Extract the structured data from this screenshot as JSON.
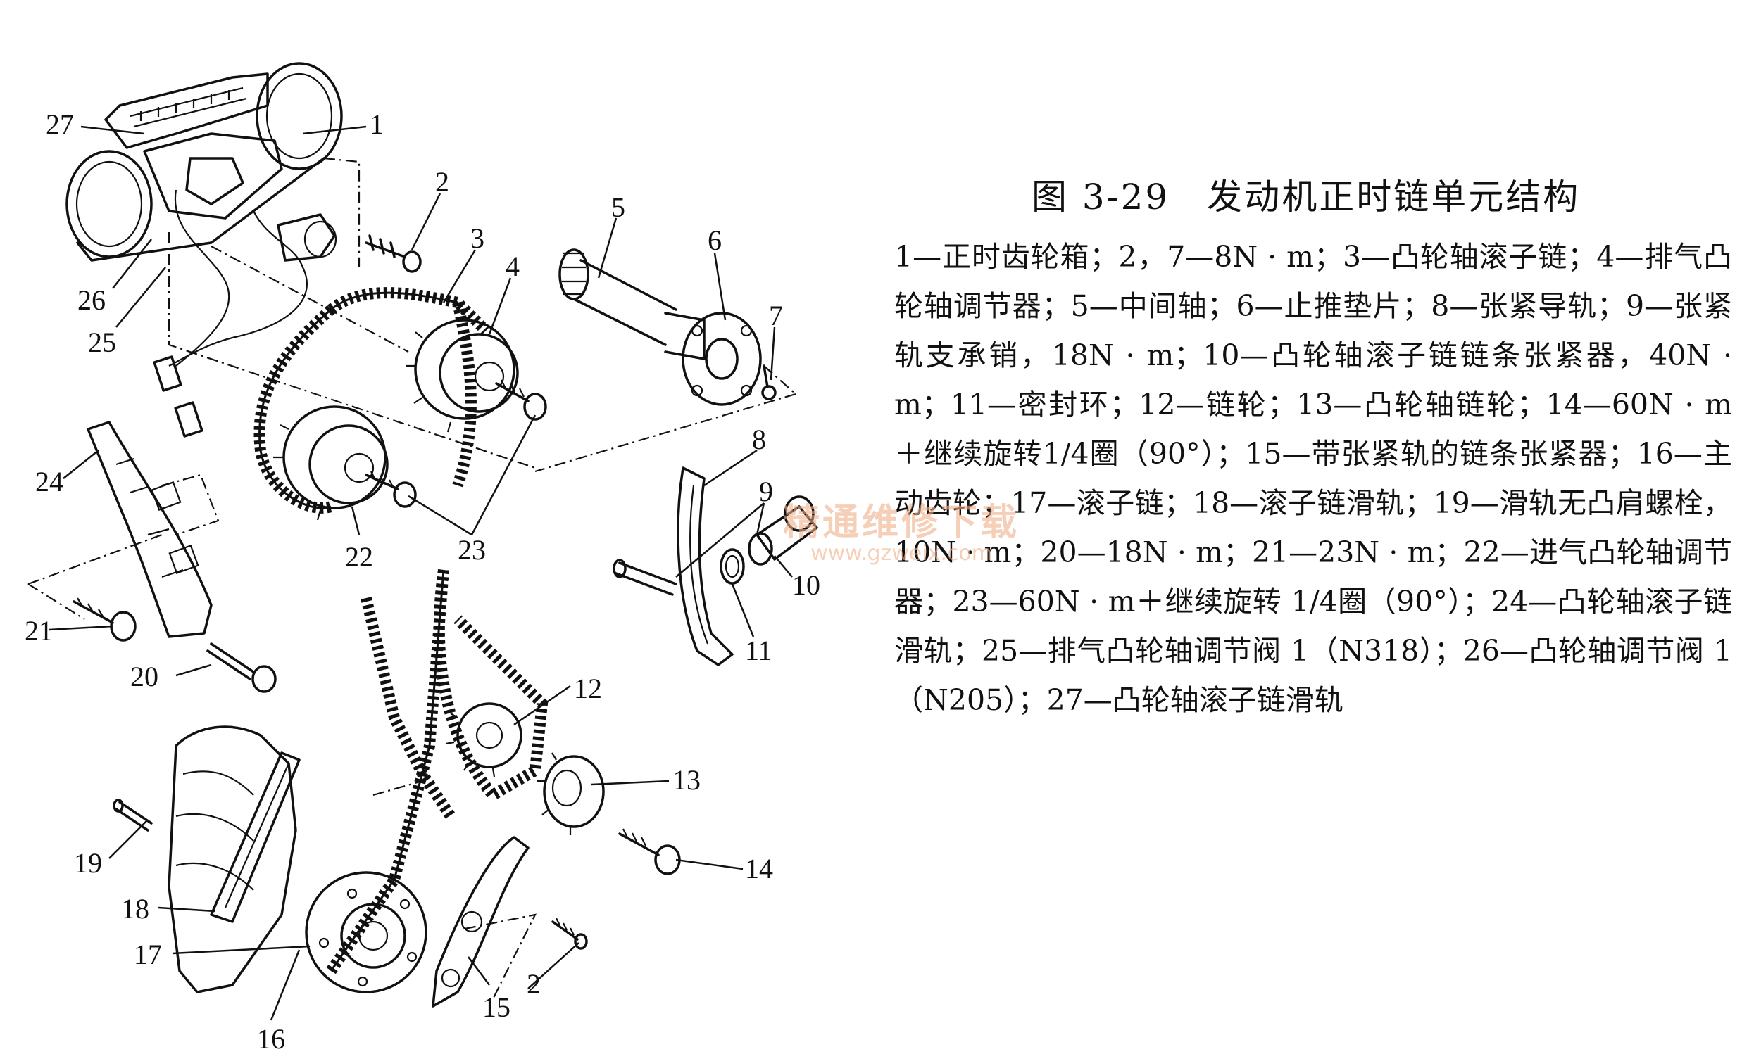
{
  "figure": {
    "title": "图 3-29　发动机正时链单元结构",
    "legend": "1—正时齿轮箱；2，7—8N · m；3—凸轮轴滚子链；4—排气凸轮轴调节器；5—中间轴；6—止推垫片；8—张紧导轨；9—张紧轨支承销，18N · m；10—凸轮轴滚子链链条张紧器，40N · m；11—密封环；12—链轮；13—凸轮轴链轮；14—60N · m＋继续旋转1/4圈（90°）；15—带张紧轨的链条张紧器；16—主动齿轮；17—滚子链；18—滚子链滑轨；19—滑轨无凸肩螺栓，10N · m；20—18N · m；21—23N · m；22—进气凸轮轴调节器；23—60N · m＋继续旋转 1/4圈（90°）；24—凸轮轴滚子链滑轨；25—排气凸轮轴调节阀 1（N318）；26—凸轮轴调节阀 1（N205）；27—凸轮轴滚子链滑轨"
  },
  "callouts": {
    "n1": "1",
    "n2a": "2",
    "n2b": "2",
    "n3": "3",
    "n4": "4",
    "n5": "5",
    "n6": "6",
    "n7": "7",
    "n8": "8",
    "n9": "9",
    "n10": "10",
    "n11": "11",
    "n12": "12",
    "n13": "13",
    "n14": "14",
    "n15": "15",
    "n16": "16",
    "n17": "17",
    "n18": "18",
    "n19": "19",
    "n20": "20",
    "n21": "21",
    "n22": "22",
    "n23": "23",
    "n24": "24",
    "n25": "25",
    "n26": "26",
    "n27": "27"
  },
  "watermark": {
    "text": "精通维修下载",
    "url": "www.gzweix.com"
  }
}
